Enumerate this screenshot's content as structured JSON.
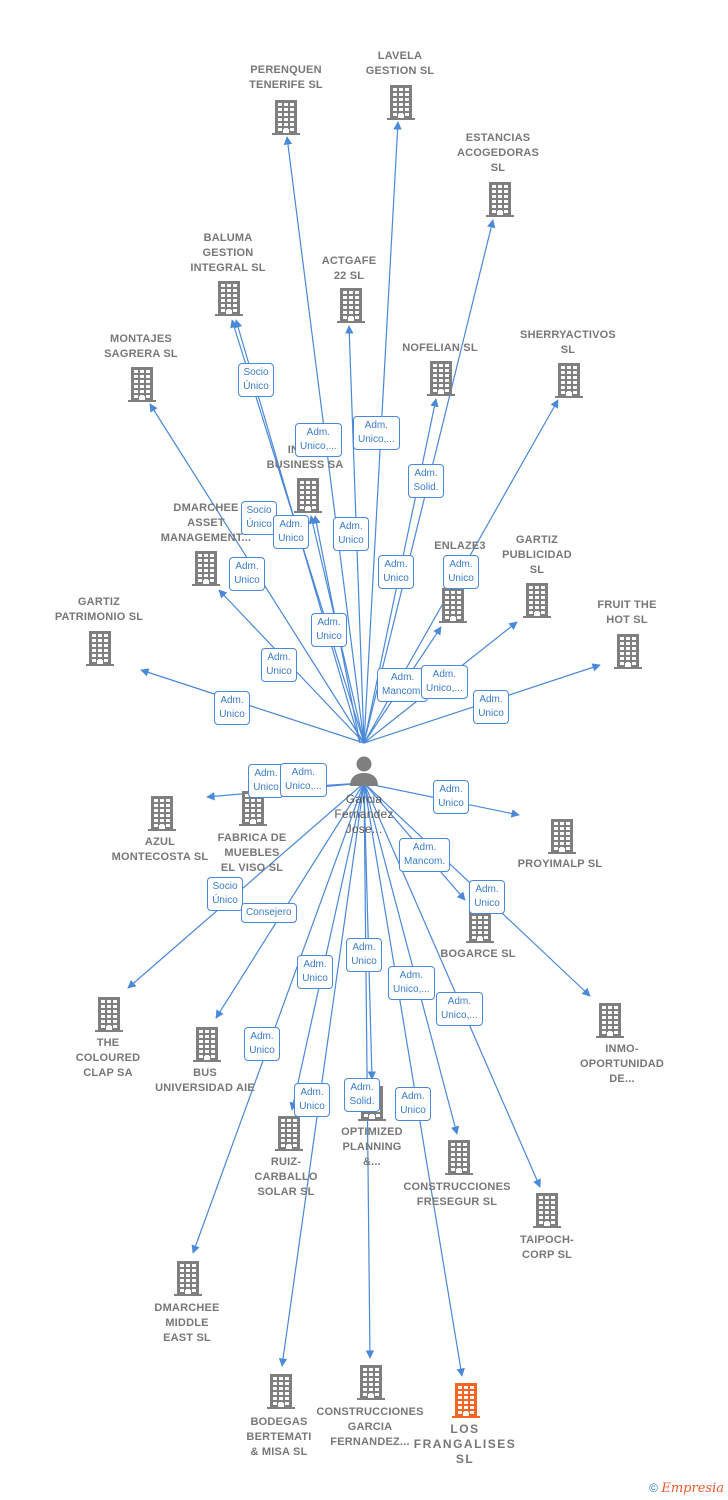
{
  "colors": {
    "edge": "#4a88d8",
    "node": "#7f7f7f",
    "highlight": "#f26522",
    "person": "#7f7f7f"
  },
  "center": {
    "name": "Garcia\nFernandez\nJose...",
    "icon": "person-icon"
  },
  "nodes": [
    {
      "id": "perenquen",
      "label": "PERENQUEN\nTENERIFE  SL"
    },
    {
      "id": "lavela",
      "label": "LAVELA\nGESTION  SL"
    },
    {
      "id": "estancias",
      "label": "ESTANCIAS\nACOGEDORAS\nSL"
    },
    {
      "id": "baluma",
      "label": "BALUMA\nGESTION\nINTEGRAL  SL"
    },
    {
      "id": "actgafe",
      "label": "ACTGAFE\n22  SL"
    },
    {
      "id": "montajes",
      "label": "MONTAJES\nSAGRERA SL"
    },
    {
      "id": "nofelian",
      "label": "NOFELIAN  SL"
    },
    {
      "id": "sherry",
      "label": "SHERRYACTIVOS\nSL"
    },
    {
      "id": "inver",
      "label": "INVER\nBUSINESS SA"
    },
    {
      "id": "dmarchee_am",
      "label": "DMARCHEE\nASSET\nMANAGEMENT..."
    },
    {
      "id": "enlaze",
      "label": "ENLAZE3\nP...\nNAC..."
    },
    {
      "id": "gartiz_pub",
      "label": "GARTIZ\nPUBLICIDAD\nSL"
    },
    {
      "id": "gartiz_pat",
      "label": "GARTIZ\nPATRIMONIO SL"
    },
    {
      "id": "fruit",
      "label": "FRUIT THE\nHOT  SL"
    },
    {
      "id": "azul",
      "label": "AZUL\nMONTECOSTA SL"
    },
    {
      "id": "fabrica",
      "label": "FABRICA DE\nMUEBLES\nEL VISO  SL"
    },
    {
      "id": "proyimalp",
      "label": "PROYIMALP SL"
    },
    {
      "id": "bogarce",
      "label": "BOGARCE  SL"
    },
    {
      "id": "coloured",
      "label": "THE\nCOLOURED\nCLAP SA"
    },
    {
      "id": "bus",
      "label": "BUS\nUNIVERSIDAD AIE"
    },
    {
      "id": "inmo",
      "label": "INMO-\nOPORTUNIDAD\nDE..."
    },
    {
      "id": "ruiz",
      "label": "RUIZ-\nCARBALLO\nSOLAR SL"
    },
    {
      "id": "optimized",
      "label": "OPTIMIZED\nPLANNING\n&..."
    },
    {
      "id": "fresegur",
      "label": "CONSTRUCCIONES\nFRESEGUR  SL"
    },
    {
      "id": "taipoch",
      "label": "TAIPOCH-\nCORP  SL"
    },
    {
      "id": "dmarchee_me",
      "label": "DMARCHEE\nMIDDLE\nEAST  SL"
    },
    {
      "id": "bodegas",
      "label": "BODEGAS\nBERTEMATI\n& MISA  SL"
    },
    {
      "id": "cgarcia",
      "label": "CONSTRUCCIONES\nGARCIA\nFERNANDEZ..."
    },
    {
      "id": "frangalises",
      "label": "LOS\nFRANGALISES\nSL",
      "highlight": true
    }
  ],
  "edge_labels": [
    "Socio\nÚnico",
    "Adm.\nUnico,...",
    "Adm.\nUnico,...",
    "Adm.\nSolid.",
    "Socio\nÚnico",
    "Adm.\nUnico",
    "Adm.\nUnico",
    "Adm.\nUnico",
    "Adm.\nUnico",
    "Adm.\nUnico",
    "Adm.\nUnico",
    "Adm.\nUnico",
    "Adm.\nUnico",
    "Adm.\nMancom.",
    "Adm.\nUnico,...",
    "Adm.\nUnico",
    "Adm.\nUnico",
    "Adm.\nUnico,...",
    "Adm.\nUnico",
    "Adm.\nMancom.",
    "Adm.\nUnico",
    "Socio\nÚnico",
    "Consejero",
    "Adm.\nUnico",
    "Adm.\nUnico",
    "Adm.\nUnico,...",
    "Adm.\nUnico,...",
    "Adm.\nUnico",
    "Adm.\nUnico",
    "Adm.\nSolid.",
    "Adm.\nUnico"
  ],
  "footer": {
    "copyright": "©",
    "brand": "Empresia"
  }
}
